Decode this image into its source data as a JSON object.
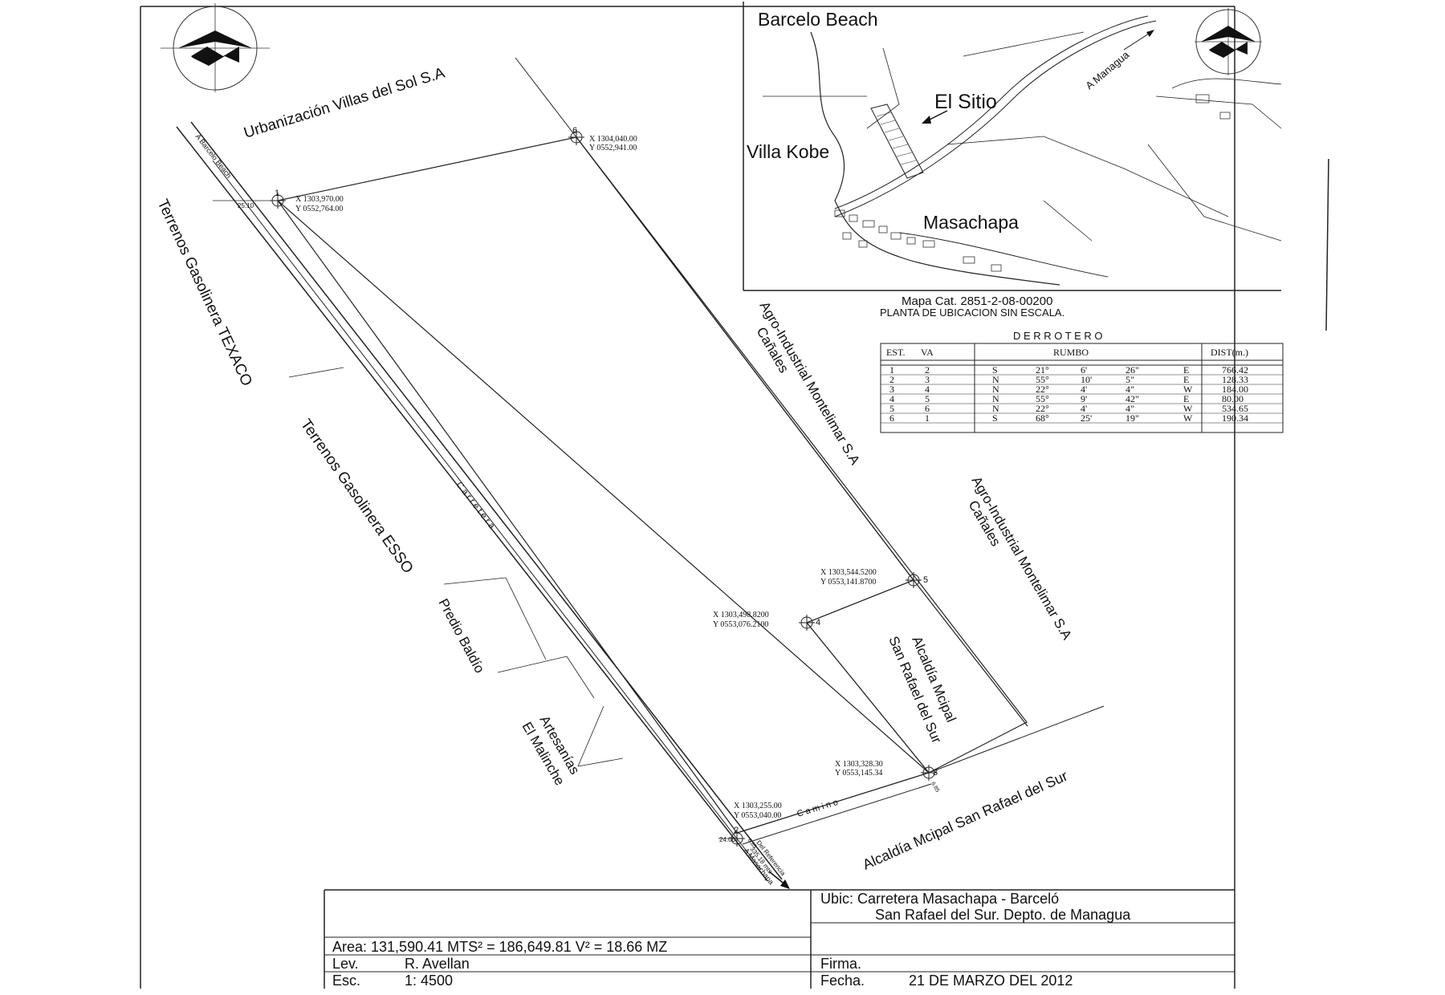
{
  "inset": {
    "places": [
      "Barcelo Beach",
      "El Sitio",
      "Villa Kobe",
      "Masachapa"
    ],
    "road_label": "A Managua",
    "map_cat": "Mapa Cat.  2851-2-08-00200",
    "scale_note": "PLANTA DE UBICACION SIN ESCALA."
  },
  "neighbors": {
    "north": "Urbanización Villas del Sol  S.A",
    "texaco": "Terrenos Gasolinera TEXACO",
    "esso": "Terrenos Gasolinera ESSO",
    "predio": "Predio Baldío",
    "artesanias_1": "Artesanías",
    "artesanias_2": "El Malinche",
    "agro_1a": "Agro-Industrial Montelimar  S.A",
    "agro_1b": "Cañales",
    "agro_2a": "Agro-Industrial Montelimar  S.A",
    "agro_2b": "Cañales",
    "alcaldia_in_1": "Alcaldía Mcipal",
    "alcaldia_in_2": "San Rafael del Sur",
    "alcaldia_out": "Alcaldía Mcipal San Rafael del Sur"
  },
  "roads": {
    "carretera": "Carretera",
    "camino": "Camino",
    "a_barcelo": "A Barcelo Beach",
    "a_masachapa": "A Masachapa",
    "ref_1": "Del Referencia",
    "ref_2": "335.18 mts",
    "dim_top": "25.10",
    "dim_bottom": "24.00",
    "dim_3": "6.85",
    "dim_2": "6.85"
  },
  "points": [
    {
      "id": "1",
      "x": "X 1303,970.00",
      "y": "Y 0552,764.00"
    },
    {
      "id": "2",
      "x": "X 1303,255.00",
      "y": "Y 0553,040.00"
    },
    {
      "id": "3",
      "x": "X 1303,328.30",
      "y": "Y 0553,145.34"
    },
    {
      "id": "4",
      "x": "X 1303,498.8200",
      "y": "Y 0553,076.2100"
    },
    {
      "id": "5",
      "x": "X 1303,544.5200",
      "y": "Y 0553,141.8700"
    },
    {
      "id": "6",
      "x": "X 1304,040.00",
      "y": "Y 0552,941.00"
    }
  ],
  "derrotero": {
    "title": "D E R R O T E R O",
    "headers": {
      "est": "EST.",
      "va": "VA",
      "rumbo": "RUMBO",
      "dist": "DIST(m.)"
    },
    "rows": [
      [
        "1",
        "2",
        "S",
        "21°",
        "6'",
        "26\"",
        "E",
        "766.42"
      ],
      [
        "2",
        "3",
        "N",
        "55°",
        "10'",
        "5\"",
        "E",
        "128.33"
      ],
      [
        "3",
        "4",
        "N",
        "22°",
        "4'",
        "4\"",
        "W",
        "184.00"
      ],
      [
        "4",
        "5",
        "N",
        "55°",
        "9'",
        "42\"",
        "E",
        "80.00"
      ],
      [
        "5",
        "6",
        "N",
        "22°",
        "4'",
        "4\"",
        "W",
        "534.65"
      ],
      [
        "6",
        "1",
        "S",
        "68°",
        "25'",
        "19\"",
        "W",
        "190.34"
      ]
    ]
  },
  "title_block": {
    "ubic_1": "Ubic: Carretera Masachapa - Barceló",
    "ubic_2": "San Rafael del Sur.   Depto. de Managua",
    "area": "Area: 131,590.41 MTS² = 186,649.81 V² = 18.66 MZ",
    "lev_label": "Lev.",
    "lev_value": "R. Avellan",
    "esc_label": "Esc.",
    "esc_value": "1: 4500",
    "firma": "Firma.",
    "fecha_label": "Fecha.",
    "fecha_value": "21  DE MARZO  DEL  2012"
  }
}
